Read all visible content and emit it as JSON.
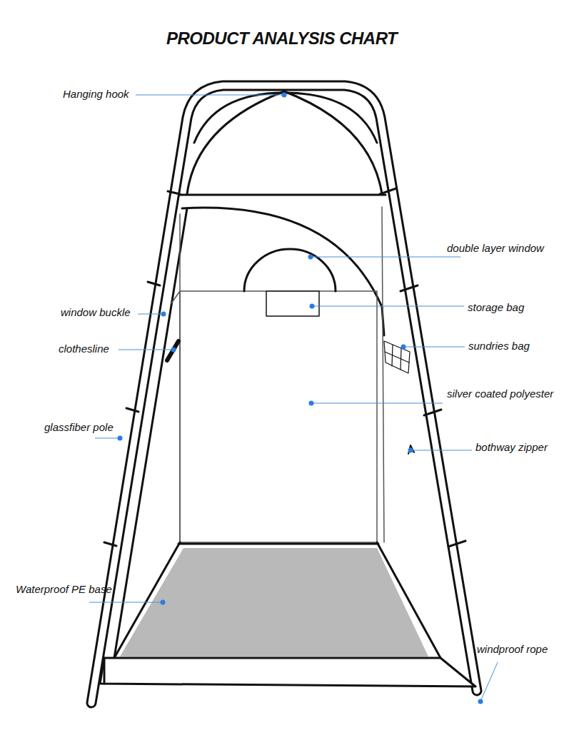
{
  "diagram": {
    "title": "PRODUCT ANALYSIS CHART",
    "labels": [
      "Hanging hook",
      "double layer window",
      "window buckle",
      "storage bag",
      "clothesline",
      "sundries bag",
      "glassfiber pole",
      "silver coated polyester",
      "bothway zipper",
      "Waterproof PE base",
      "windproof rope"
    ]
  }
}
